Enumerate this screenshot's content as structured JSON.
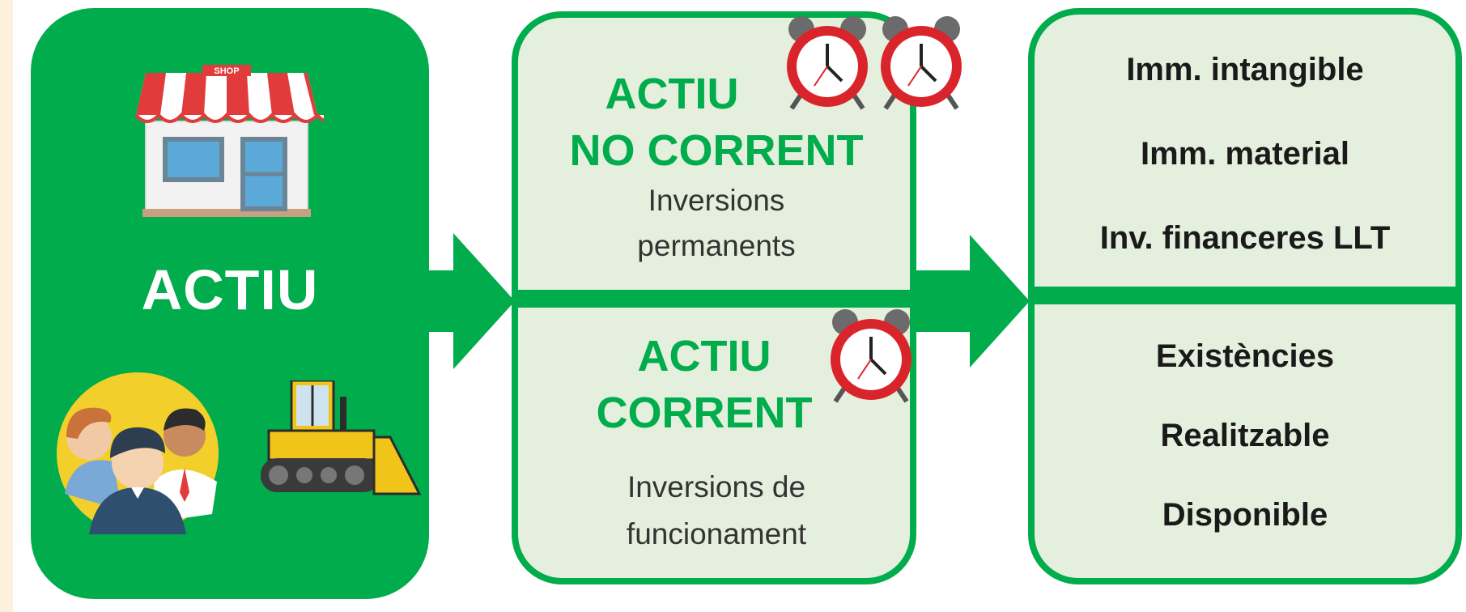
{
  "left": {
    "title": "ACTIU",
    "shop_sign": "SHOP"
  },
  "middle": {
    "top": {
      "title_line1": "ACTIU",
      "title_line2": "NO CORRENT",
      "sub_line1": "Inversions",
      "sub_line2": "permanents"
    },
    "bottom": {
      "title_line1": "ACTIU",
      "title_line2": "CORRENT",
      "sub_line1": "Inversions de",
      "sub_line2": "funcionament"
    }
  },
  "right": {
    "top_items": [
      "Imm. intangible",
      "Imm. material",
      "Inv. financeres LLT"
    ],
    "bottom_items": [
      "Existències",
      "Realitzable",
      "Disponible"
    ]
  },
  "colors": {
    "green": "#00ac4b",
    "light_green": "#e5efdd",
    "clock_red": "#d9242b"
  }
}
